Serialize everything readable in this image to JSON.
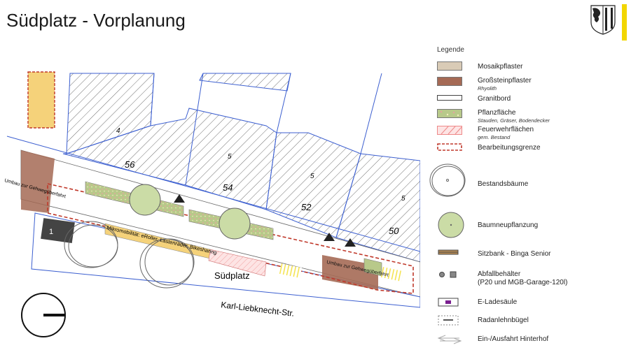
{
  "title": "Südplatz - Vorplanung",
  "colors": {
    "mosaic": "#d9cbb6",
    "granite_large": "#a56a55",
    "planting": "#b8c98a",
    "boundary": "#c0392b",
    "building_blue": "#3c5fd0",
    "new_tree": "#cbdca6",
    "yellow": "#f5d27a",
    "accent": "#f2d600"
  },
  "plan": {
    "parcels": [
      "4",
      "56",
      "5",
      "54",
      "5",
      "52",
      "5",
      "50"
    ],
    "building_number": "1",
    "square_name": "Südplatz",
    "street_name": "Karl-Liebknecht-Str.",
    "conversion_left": "Umbau zur Gehwegüberfahrt",
    "conversion_right": "Umbau zur Gehwegüberfahrt",
    "micromobility": "Mikromobilität: eRoller, Lastenräder, Bikesharing"
  },
  "legend": {
    "title": "Legende",
    "items": [
      {
        "label": "Mosaikpflaster",
        "sub": ""
      },
      {
        "label": "Großsteinpflaster",
        "sub": "Rhyolith"
      },
      {
        "label": "Granitbord",
        "sub": ""
      },
      {
        "label": "Pflanzfläche",
        "sub": "Stauden, Gräser, Bodendecker"
      },
      {
        "label": "Feuerwehrflächen",
        "sub": "gem. Bestand"
      },
      {
        "label": "Bearbeitungsgrenze",
        "sub": ""
      },
      {
        "label": "Bestandsbäume",
        "sub": ""
      },
      {
        "label": "Baumneupflanzung",
        "sub": ""
      },
      {
        "label": "Sitzbank - Binga Senior",
        "sub": ""
      },
      {
        "label": "Abfallbehälter",
        "sub": ""
      },
      {
        "label": "(P20 und MGB-Garage-120l)",
        "sub": ""
      },
      {
        "label": "E-Ladesäule",
        "sub": ""
      },
      {
        "label": "Radanlehnbügel",
        "sub": ""
      },
      {
        "label": "Ein-/Ausfahrt Hinterhof",
        "sub": ""
      }
    ]
  }
}
